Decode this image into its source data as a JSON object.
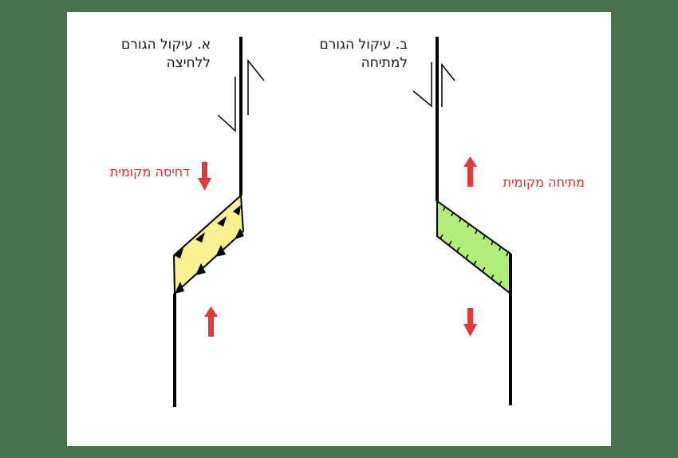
{
  "colors": {
    "background": "#4a7150",
    "panel": "#ffffff",
    "line": "#000000",
    "arrow": "#e03a3a",
    "label_red": "#e0302e",
    "compression_fill": "#f7f190",
    "extension_fill": "#b2ee7a"
  },
  "panel_a": {
    "title_line1": "א. עיקול הגורם",
    "title_line2": "ללחיצה",
    "local_label": "דחיסה מקומית",
    "zone_type": "compression",
    "arrows": [
      "arrow-down",
      "arrow-up"
    ]
  },
  "panel_b": {
    "title_line1": "ב. עיקול הגורם",
    "title_line2": "למתיחה",
    "local_label": "מתיחה מקומית",
    "zone_type": "extension",
    "arrows": [
      "arrow-up",
      "arrow-down"
    ]
  }
}
